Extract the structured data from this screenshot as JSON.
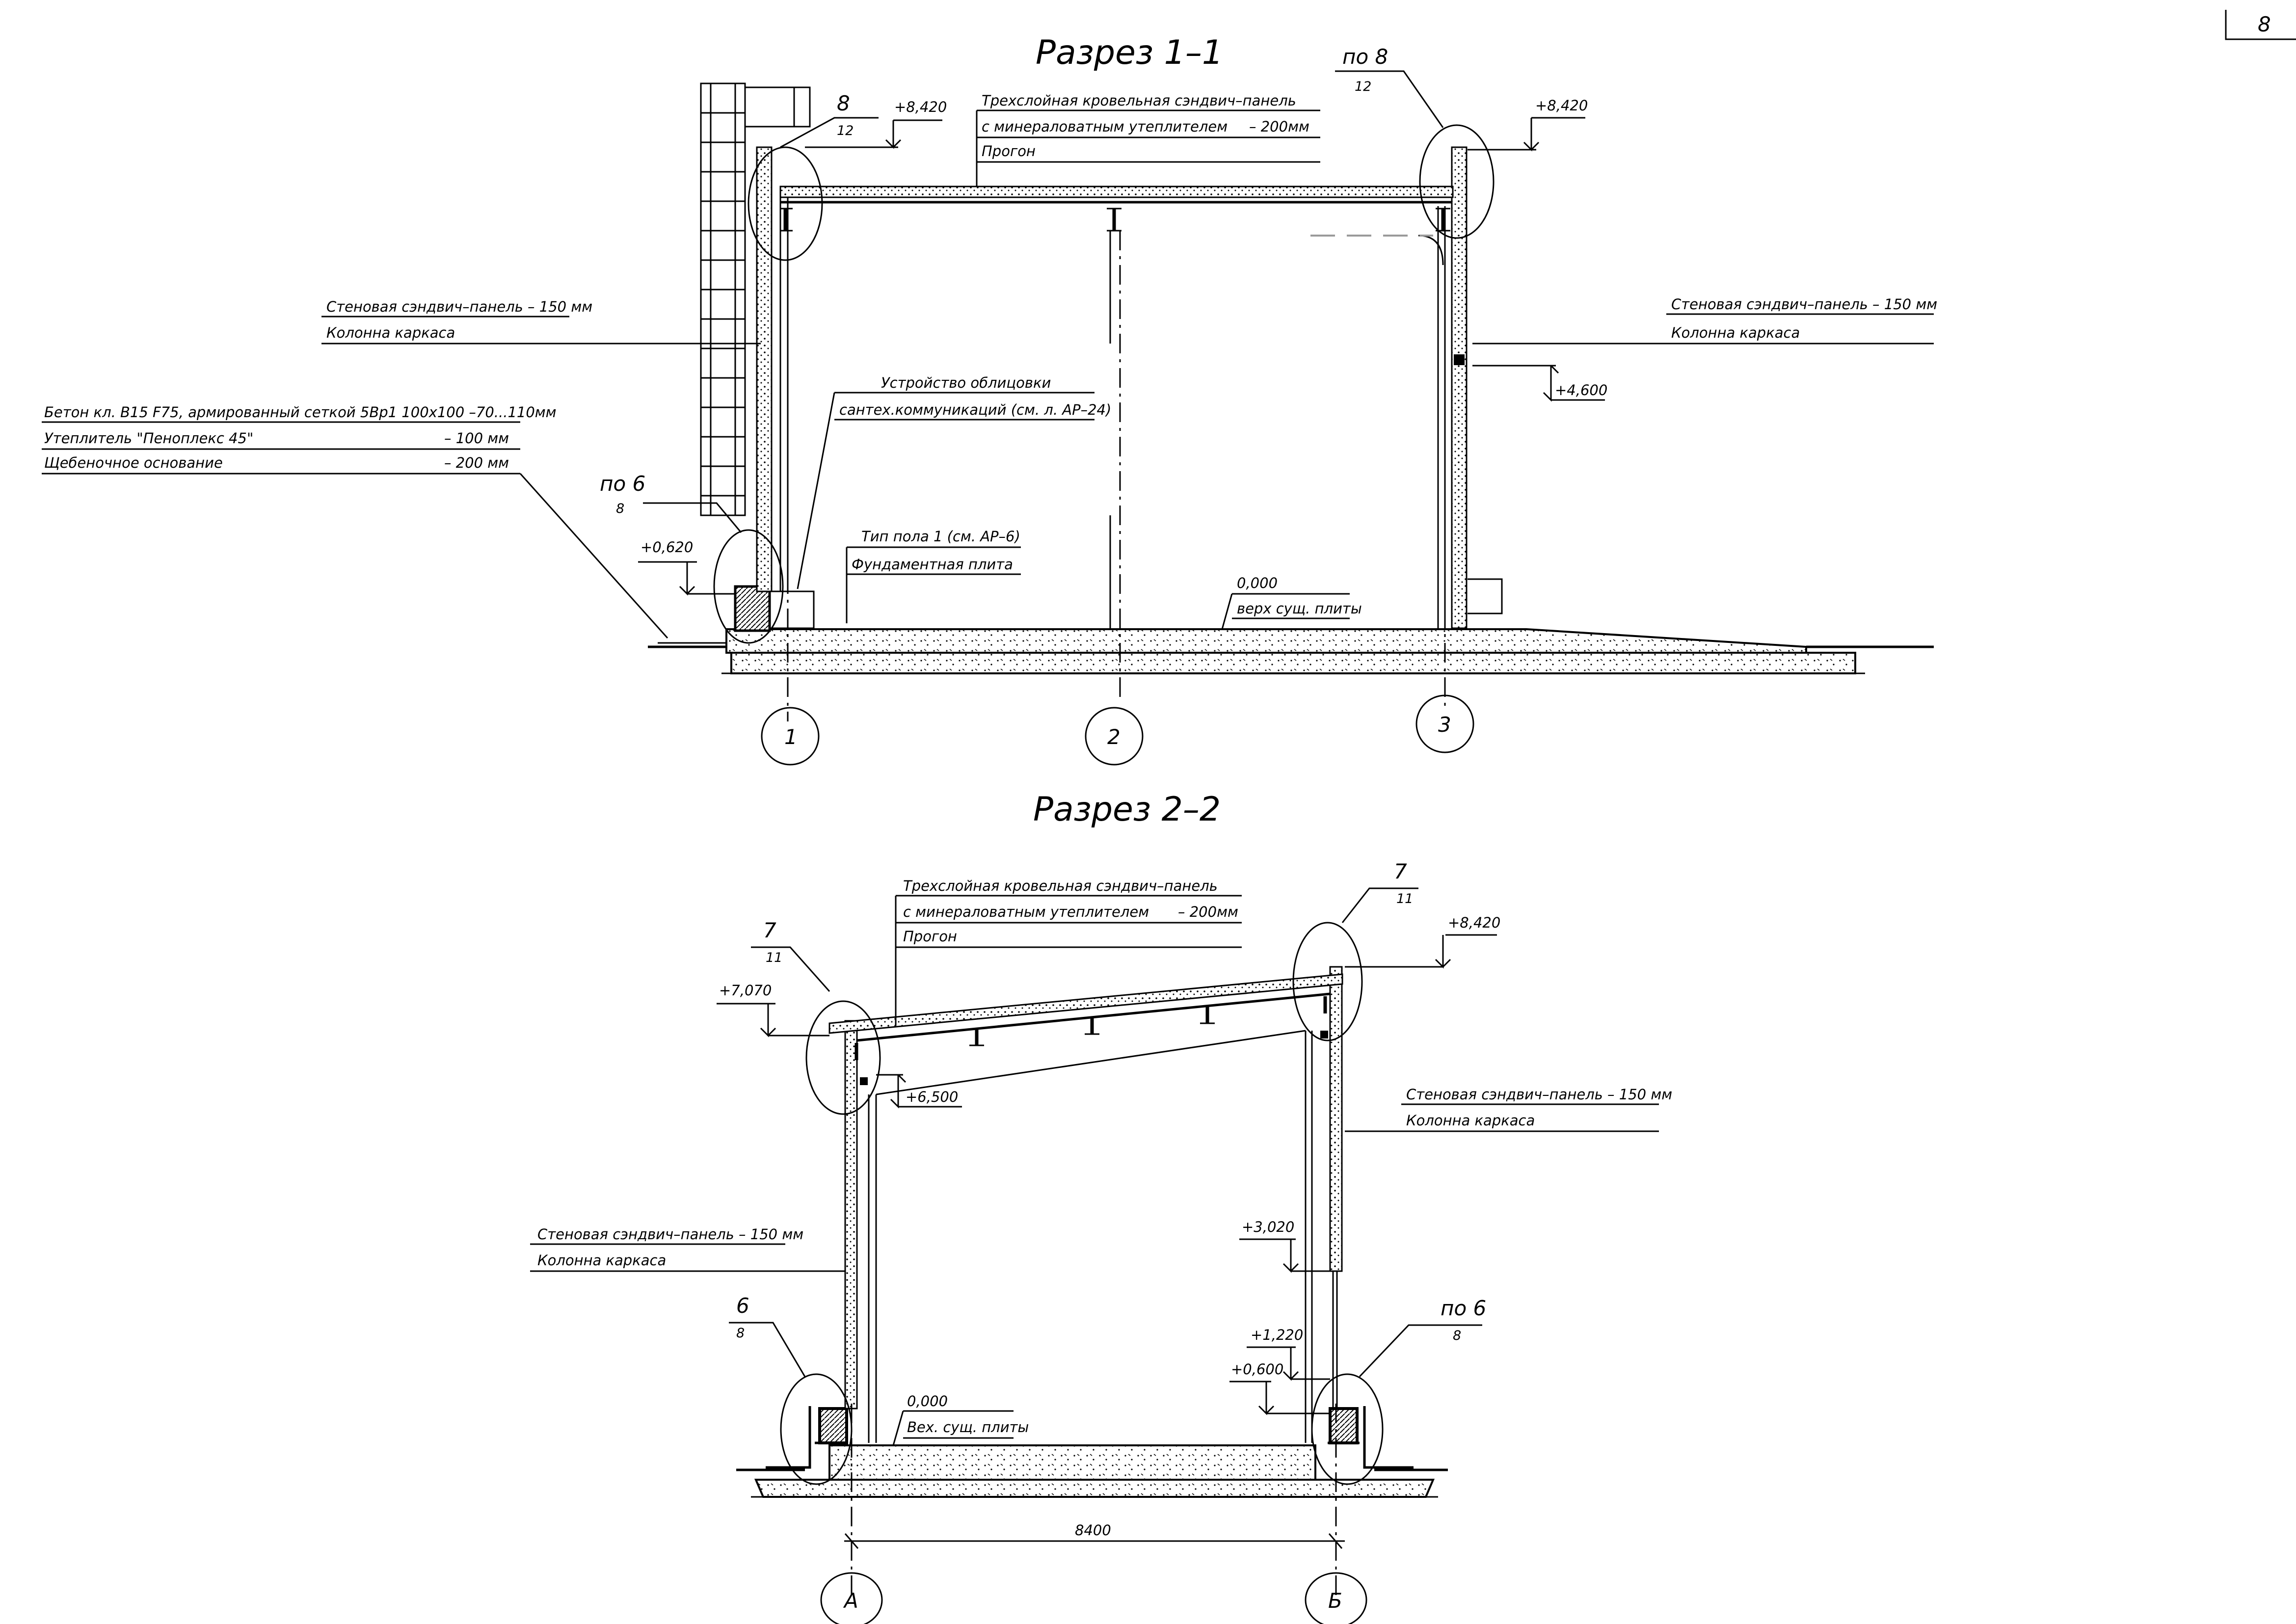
{
  "sheet": {
    "number": "8"
  },
  "section_1": {
    "title": "Разрез 1–1",
    "roof_notes": [
      "Трехслойная кровельная сэндвич–панель",
      "с минераловатным утеплителем",
      "– 200мм",
      "Прогон"
    ],
    "left_wall_notes": [
      "Стеновая сэндвич–панель – 150 мм",
      "Колонна каркаса"
    ],
    "right_wall_notes": [
      "Стеновая сэндвич–панель – 150 мм",
      "Колонна каркаса"
    ],
    "lining_notes": [
      "Устройство облицовки",
      "сантех.коммуникаций (см. л. АР–24)"
    ],
    "floor_notes": [
      "Тип пола 1 (см. АР–6)",
      "Фундаментная плита"
    ],
    "base_notes": [
      {
        "text": "Бетон кл. В15 F75, армированный сеткой 5Вр1 100х100  –70...110мм",
        "value": ""
      },
      {
        "text": "Утеплитель \"Пеноплекс 45\"",
        "value": "– 100 мм"
      },
      {
        "text": "Щебеночное основание",
        "value": "– 200 мм"
      }
    ],
    "callouts": [
      {
        "top": "8",
        "bottom": "12"
      },
      {
        "top": "по 8",
        "bottom": "12"
      },
      {
        "top": "по 6",
        "bottom": "8"
      }
    ],
    "levels": {
      "roof_left": "+8,420",
      "roof_right": "+8,420",
      "mid_right": "+4,600",
      "plinth": "+0,620",
      "zero": "0,000",
      "zero_note": "верх сущ. плиты"
    },
    "axes": [
      "1",
      "2",
      "3"
    ]
  },
  "section_2": {
    "title": "Разрез 2–2",
    "roof_notes": [
      "Трехслойная кровельная сэндвич–панель",
      "с минераловатным утеплителем",
      "– 200мм",
      "Прогон"
    ],
    "left_wall_notes": [
      "Стеновая сэндвич–панель – 150 мм",
      "Колонна каркаса"
    ],
    "right_wall_notes": [
      "Стеновая сэндвич–панель – 150 мм",
      "Колонна каркаса"
    ],
    "callouts": [
      {
        "top": "7",
        "bottom": "11"
      },
      {
        "top": "7",
        "bottom": "11"
      },
      {
        "top": "6",
        "bottom": "8"
      },
      {
        "top": "по 6",
        "bottom": "8"
      }
    ],
    "levels": {
      "roof_left": "+7,070",
      "roof_right": "+8,420",
      "eave": "+6,500",
      "opening": "+3,020",
      "sill_1": "+1,220",
      "sill_2": "+0,600",
      "zero": "0,000",
      "zero_note": "Вех. сущ. плиты"
    },
    "dimension": "8400",
    "axes": [
      "А",
      "Б"
    ]
  }
}
